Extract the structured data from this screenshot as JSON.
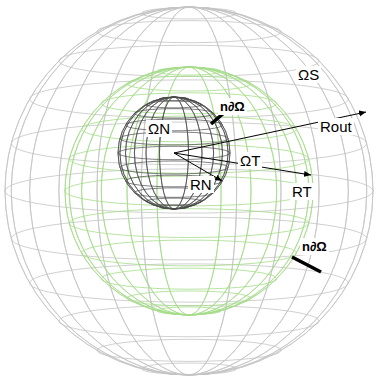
{
  "diagram": {
    "labels": [
      "ΩS",
      "Rout",
      "n∂Ω",
      "ΩN",
      "ΩT",
      "RN",
      "RT",
      "n∂Ω"
    ]
  }
}
